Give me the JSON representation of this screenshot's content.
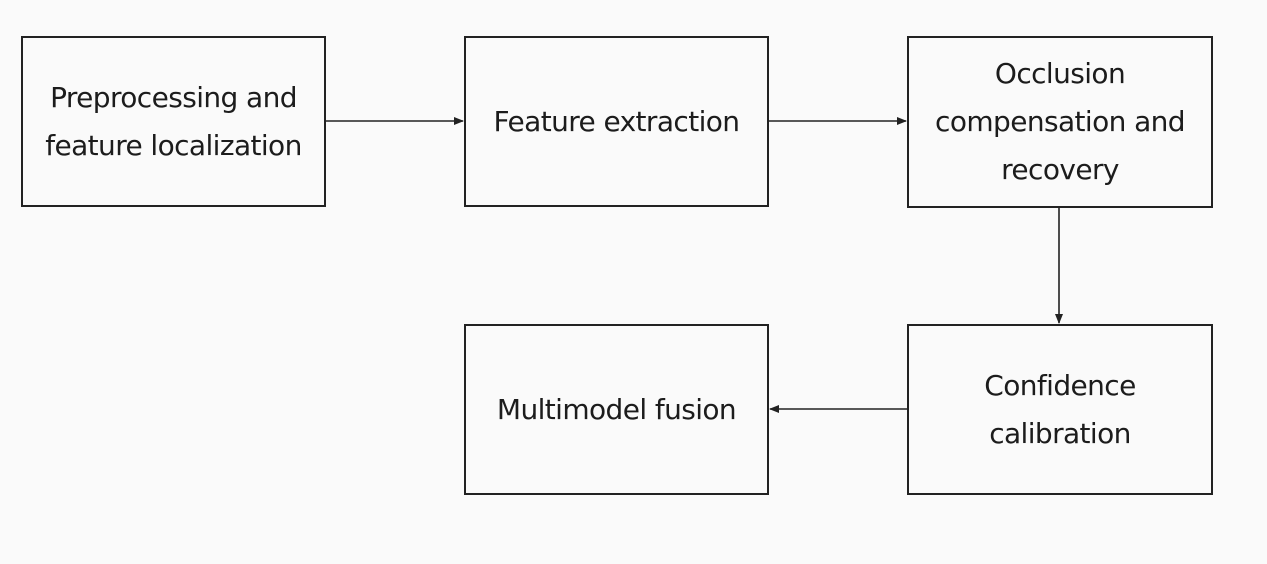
{
  "diagram": {
    "nodes": [
      {
        "id": "preprocessing",
        "label": "Preprocessing and\nfeature localization"
      },
      {
        "id": "feature_extraction",
        "label": "Feature extraction"
      },
      {
        "id": "occlusion",
        "label": "Occlusion\ncompensation and\nrecovery"
      },
      {
        "id": "confidence",
        "label": "Confidence\ncalibration"
      },
      {
        "id": "fusion",
        "label": "Multimodel fusion"
      }
    ],
    "edges": [
      {
        "from": "preprocessing",
        "to": "feature_extraction"
      },
      {
        "from": "feature_extraction",
        "to": "occlusion"
      },
      {
        "from": "occlusion",
        "to": "confidence"
      },
      {
        "from": "confidence",
        "to": "fusion"
      }
    ]
  },
  "colors": {
    "background": "#fafafa",
    "stroke": "#222222",
    "text": "#1c1c1c"
  }
}
